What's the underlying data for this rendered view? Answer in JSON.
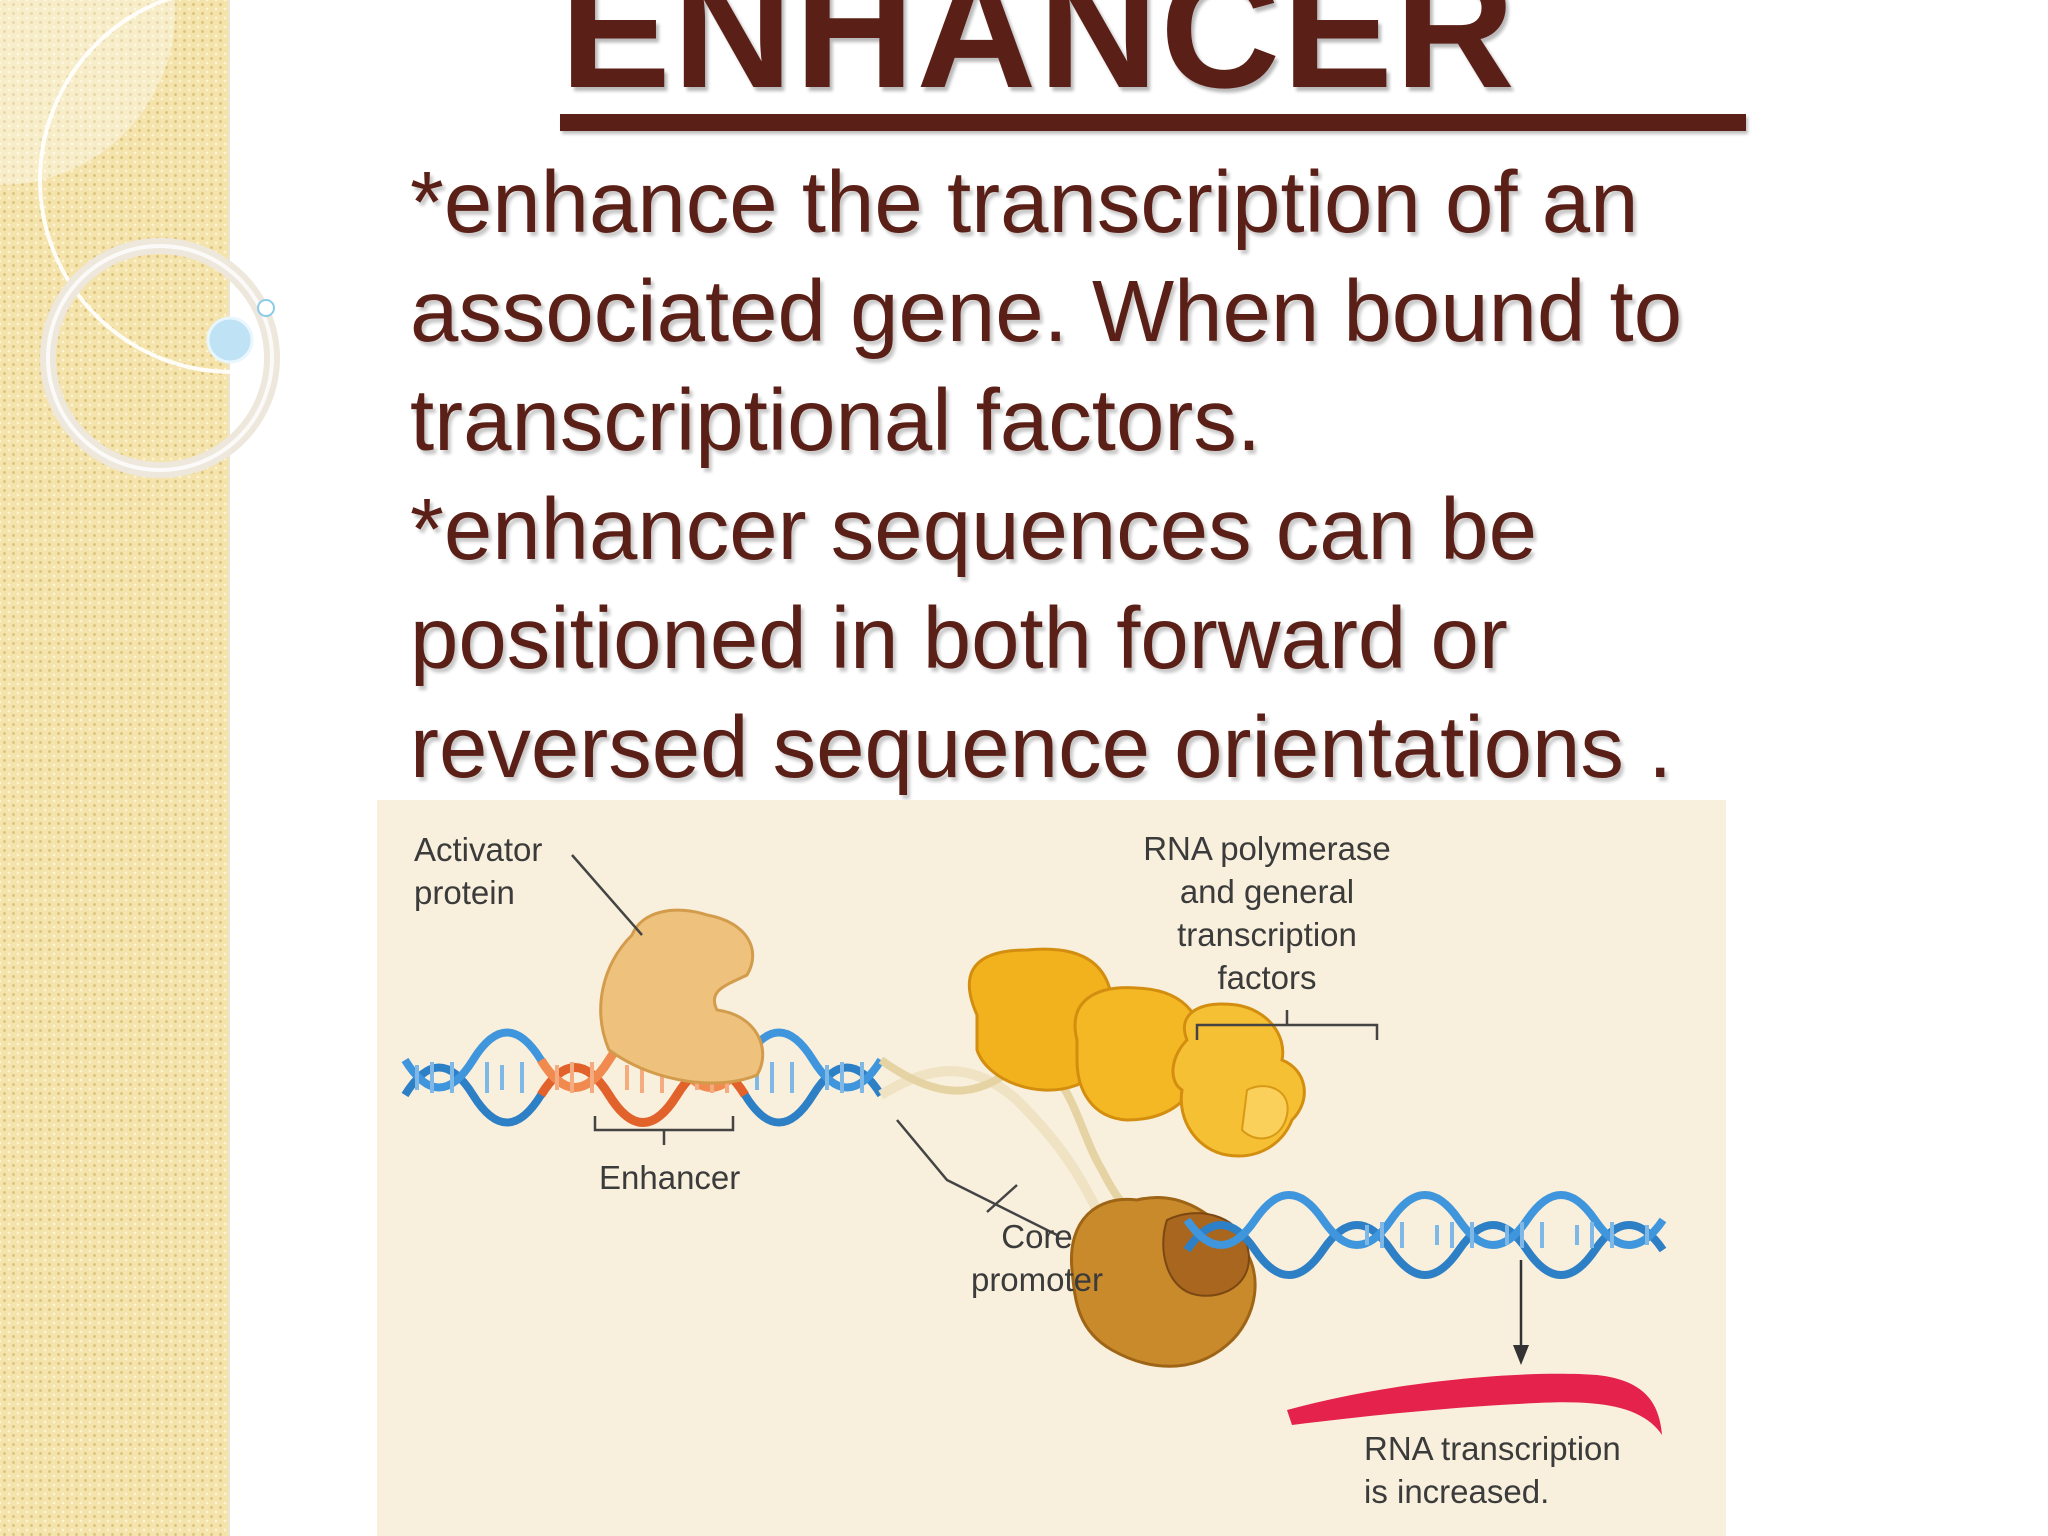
{
  "slide": {
    "title": "ENHANCER",
    "body": [
      "*enhance the transcription of an associated gene. When bound to transcriptional factors.",
      "*enhancer sequences can be positioned in both forward or reversed sequence orientations ."
    ]
  },
  "figure": {
    "labels": {
      "activator_line1": "Activator",
      "activator_line2": "protein",
      "rna_pol_line1": "RNA polymerase",
      "rna_pol_line2": "and general",
      "rna_pol_line3": "transcription",
      "rna_pol_line4": "factors",
      "enhancer": "Enhancer",
      "core_line1": "Core",
      "core_line2": "promoter",
      "rna_tx_line1": "RNA transcription",
      "rna_tx_line2": "is increased."
    }
  },
  "colors": {
    "title": "#5a1f16",
    "sidebar": "#f5e3ac",
    "figure_bg": "#f8efdc",
    "dna_blue": "#2d7fc6",
    "enhancer_orange": "#e2622c",
    "protein_gold": "#f1b21e",
    "activator_tan": "#eec27c",
    "rna_red": "#e4224b"
  }
}
